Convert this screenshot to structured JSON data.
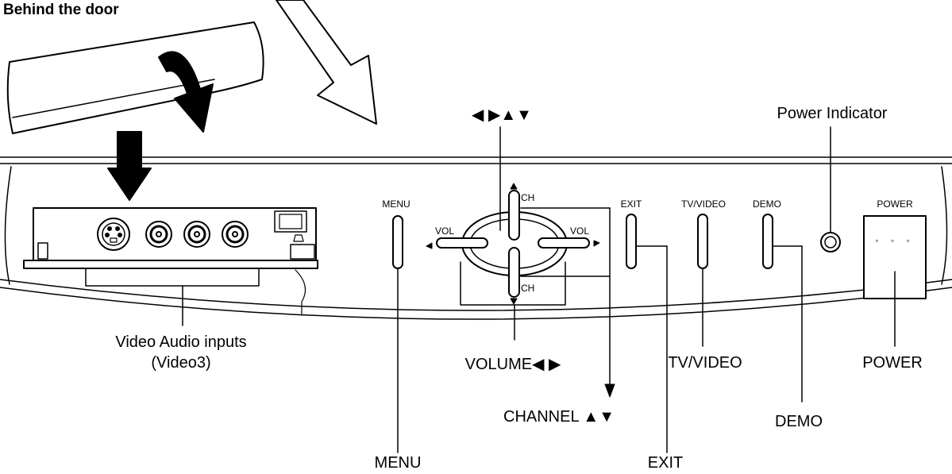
{
  "title": "Behind the door",
  "panel_labels": {
    "menu": "MENU",
    "exit": "EXIT",
    "tv_video": "TV/VIDEO",
    "demo": "DEMO",
    "power": "POWER",
    "vol_left": "VOL",
    "vol_right": "VOL",
    "ch_top": "CH",
    "ch_bottom": "CH",
    "power_dots": "◦ ◦ ◦"
  },
  "callouts": {
    "arrows_all": "◀ ▶▲▼",
    "power_indicator": "Power Indicator",
    "video_audio_inputs_line1": "Video Audio inputs",
    "video_audio_inputs_line2": "(Video3)",
    "volume": "VOLUME◀ ▶",
    "channel": "CHANNEL ▲▼",
    "menu": "MENU",
    "exit": "EXIT",
    "tv_video": "TV/VIDEO",
    "demo": "DEMO",
    "power": "POWER"
  }
}
